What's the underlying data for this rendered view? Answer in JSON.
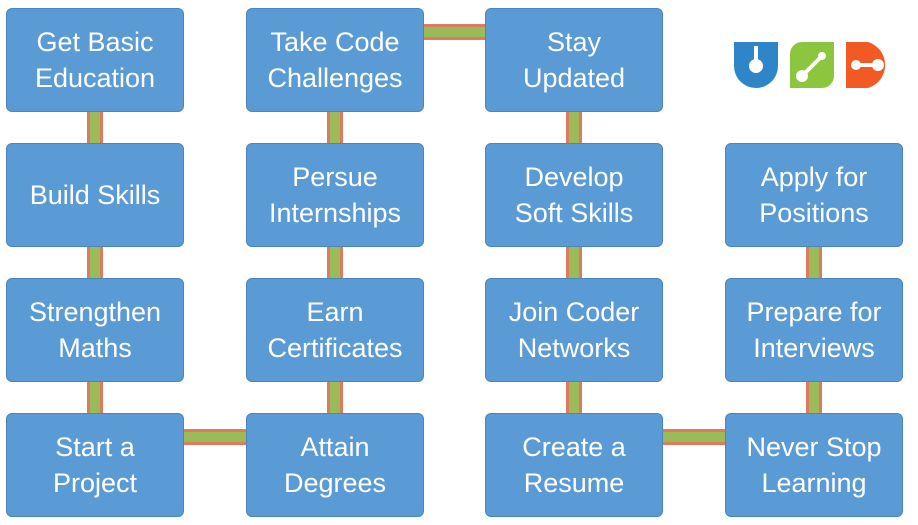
{
  "steps": {
    "get_basic_education": "Get Basic\nEducation",
    "build_skills": "Build Skills",
    "strengthen_maths": "Strengthen\nMaths",
    "start_a_project": "Start a\nProject",
    "take_code_challenges": "Take Code\nChallenges",
    "persue_internships": "Persue\nInternships",
    "earn_certificates": "Earn\nCertificates",
    "attain_degrees": "Attain\nDegrees",
    "stay_updated": "Stay\nUpdated",
    "develop_soft_skills": "Develop\nSoft Skills",
    "join_coder_networks": "Join Coder\nNetworks",
    "create_a_resume": "Create a\nResume",
    "apply_for_positions": "Apply for\nPositions",
    "prepare_for_interviews": "Prepare for\nInterviews",
    "never_stop_learning": "Never Stop\nLearning"
  },
  "colors": {
    "box_fill": "#5b9bd5",
    "box_text": "#ffffff",
    "connector_fill": "#9bbb59",
    "connector_edge": "#e07a5f",
    "logo_blue": "#2e86c8",
    "logo_green": "#8cc63f",
    "logo_orange": "#f15a24"
  },
  "logo": {
    "icons": [
      "blue-u-node-icon",
      "green-leaf-link-icon",
      "orange-d-node-icon"
    ]
  }
}
